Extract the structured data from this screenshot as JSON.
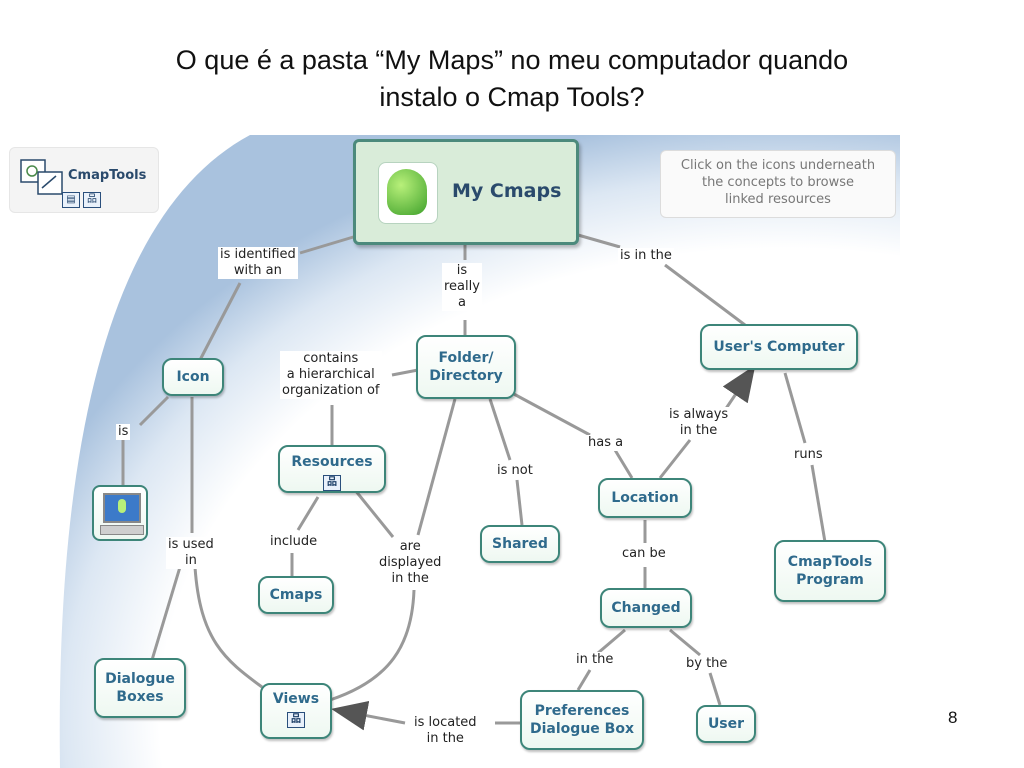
{
  "slide": {
    "title_line1": "O que é a pasta “My Maps” no meu computador quando",
    "title_line2": "instalo o Cmap Tools?",
    "page_number": "8"
  },
  "cmap": {
    "brand": "CmapTools",
    "main_node": "My Cmaps",
    "hint": [
      "Click on the icons underneath",
      "the concepts to browse",
      "linked resources"
    ],
    "nodes": {
      "icon": "Icon",
      "folder": [
        "Folder/",
        "Directory"
      ],
      "users_computer": "User's Computer",
      "resources": "Resources",
      "location": "Location",
      "shared": "Shared",
      "cmaps": "Cmaps",
      "changed": "Changed",
      "cmaptools_program": [
        "CmapTools",
        "Program"
      ],
      "dialogue_boxes": [
        "Dialogue",
        "Boxes"
      ],
      "views": "Views",
      "preferences": [
        "Preferences",
        "Dialogue Box"
      ],
      "user": "User"
    },
    "links": {
      "is_identified": [
        "is identified",
        "with an"
      ],
      "is_really_a": [
        "is",
        "really",
        "a"
      ],
      "is_in_the": "is in the",
      "contains": [
        "contains",
        "a hierarchical",
        "organization of"
      ],
      "is": "is",
      "has_a": "has a",
      "is_always_in_the": [
        "is always",
        "in the"
      ],
      "runs": "runs",
      "is_not": "is not",
      "include": "include",
      "are_displayed": [
        "are",
        "displayed",
        "in the"
      ],
      "is_used_in": [
        "is used",
        "in"
      ],
      "can_be": "can be",
      "in_the": "in the",
      "by_the": "by the",
      "is_located": [
        "is located",
        "in the"
      ]
    }
  }
}
